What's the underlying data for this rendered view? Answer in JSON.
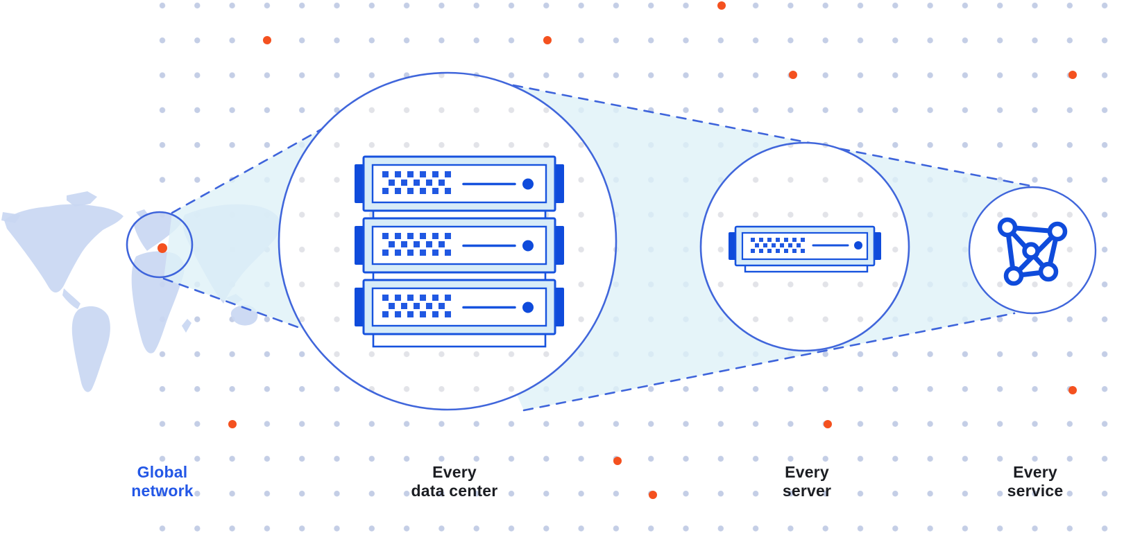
{
  "figure": {
    "title": "Global network zoom-in diagram",
    "stages": [
      {
        "id": "global-network",
        "label": "Global\nnetwork",
        "label_color": "#2357E6",
        "icon": "world-map-with-location-marker"
      },
      {
        "id": "every-data-center",
        "label": "Every\ndata center",
        "label_color": "#1B1D22",
        "icon": "server-rack-three-units"
      },
      {
        "id": "every-server",
        "label": "Every\nserver",
        "label_color": "#1B1D22",
        "icon": "single-server"
      },
      {
        "id": "every-service",
        "label": "Every\nservice",
        "label_color": "#1B1D22",
        "icon": "mesh-network"
      }
    ],
    "colors": {
      "accent_orange": "#F4511F",
      "primary_blue": "#1652DE",
      "solid_blue": "#0F4BDB",
      "circle_stroke": "#4066DB",
      "dash_stroke": "#3E64DB",
      "beam_fill": "#DFF1F8",
      "grid_dot": "#C4CEE6",
      "grid_dot_inner_circle": "#E2E3E8",
      "map_fill": "#C9D7F2",
      "server_body_fill": "#D7ECF8",
      "label_blue": "#2357E6",
      "label_dark": "#1B1D22"
    }
  }
}
